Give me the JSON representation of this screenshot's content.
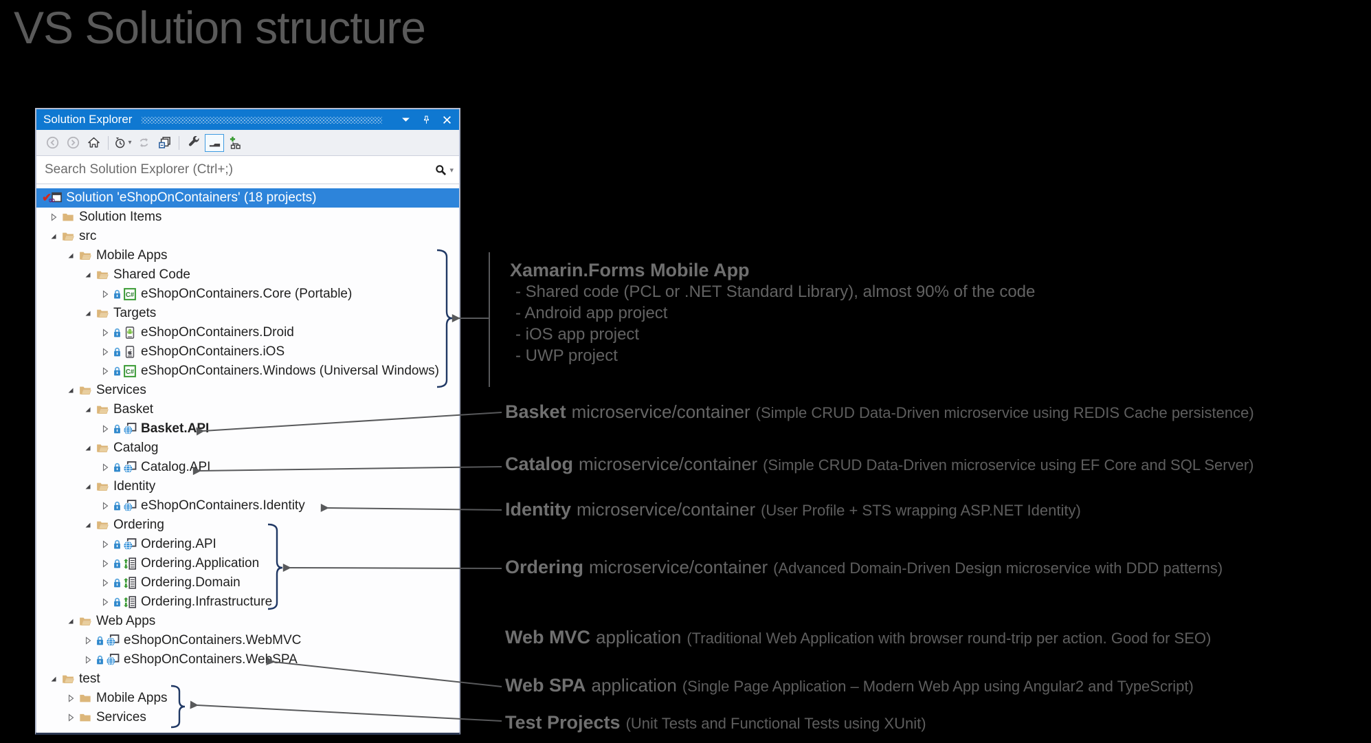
{
  "page": {
    "title": "VS Solution structure"
  },
  "colors": {
    "background": "#000000",
    "page_title_text": "#5a5a5a",
    "panel_titlebar_blue": "#0f78d1",
    "selection_blue": "#2d84da",
    "folder_tan": "#dcb67a",
    "brace_navy": "#203864",
    "arrow_gray": "#58595b",
    "lock_blue": "#2f88cc",
    "globe_blue": "#2287d5",
    "csharp_green": "#3a9b35",
    "vs_purple": "#68217a",
    "check_red": "#cf2b1f"
  },
  "panel": {
    "title": "Solution Explorer",
    "titlebar_buttons": [
      {
        "icon": "chevron-down"
      },
      {
        "icon": "pin"
      },
      {
        "icon": "close"
      }
    ],
    "toolbar": {
      "buttons": [
        {
          "icon": "back",
          "disabled": true
        },
        {
          "icon": "forward",
          "disabled": true
        },
        {
          "icon": "home"
        },
        {
          "separator": true
        },
        {
          "icon": "history",
          "dropdown": true
        },
        {
          "icon": "sync",
          "disabled": true
        },
        {
          "icon": "collapse-all"
        },
        {
          "separator": true
        },
        {
          "icon": "wrench"
        },
        {
          "icon": "preview-selected",
          "active": true
        },
        {
          "icon": "add-item"
        }
      ]
    },
    "search": {
      "placeholder": "Search Solution Explorer (Ctrl+;)"
    },
    "tree": [
      {
        "label": "Solution 'eShopOnContainers' (18 projects)",
        "level": 0,
        "icon": "solution",
        "selected": true,
        "check": true
      },
      {
        "label": "Solution Items",
        "level": 1,
        "expander": "collapsed",
        "icon": "folder-closed"
      },
      {
        "label": "src",
        "level": 1,
        "expander": "expanded",
        "icon": "folder-open"
      },
      {
        "label": "Mobile Apps",
        "level": 2,
        "expander": "expanded",
        "icon": "folder-open"
      },
      {
        "label": "Shared Code",
        "level": 3,
        "expander": "expanded",
        "icon": "folder-open"
      },
      {
        "label": "eShopOnContainers.Core (Portable)",
        "level": 4,
        "expander": "collapsed",
        "lock": true,
        "icon": "csharp"
      },
      {
        "label": "Targets",
        "level": 3,
        "expander": "expanded",
        "icon": "folder-open"
      },
      {
        "label": "eShopOnContainers.Droid",
        "level": 4,
        "expander": "collapsed",
        "lock": true,
        "icon": "android"
      },
      {
        "label": "eShopOnContainers.iOS",
        "level": 4,
        "expander": "collapsed",
        "lock": true,
        "icon": "ios"
      },
      {
        "label": "eShopOnContainers.Windows (Universal Windows)",
        "level": 4,
        "expander": "collapsed",
        "lock": true,
        "icon": "csharp"
      },
      {
        "label": "Services",
        "level": 2,
        "expander": "expanded",
        "icon": "folder-open"
      },
      {
        "label": "Basket",
        "level": 3,
        "expander": "expanded",
        "icon": "folder-open"
      },
      {
        "label": "Basket.API",
        "level": 4,
        "expander": "collapsed",
        "lock": true,
        "icon": "web",
        "bold": true
      },
      {
        "label": "Catalog",
        "level": 3,
        "expander": "expanded",
        "icon": "folder-open"
      },
      {
        "label": "Catalog.API",
        "level": 4,
        "expander": "collapsed",
        "lock": true,
        "icon": "web"
      },
      {
        "label": "Identity",
        "level": 3,
        "expander": "expanded",
        "icon": "folder-open"
      },
      {
        "label": "eShopOnContainers.Identity",
        "level": 4,
        "expander": "collapsed",
        "lock": true,
        "icon": "web"
      },
      {
        "label": "Ordering",
        "level": 3,
        "expander": "expanded",
        "icon": "folder-open"
      },
      {
        "label": "Ordering.API",
        "level": 4,
        "expander": "collapsed",
        "lock": true,
        "icon": "web"
      },
      {
        "label": "Ordering.Application",
        "level": 4,
        "expander": "collapsed",
        "lock": true,
        "icon": "lib"
      },
      {
        "label": "Ordering.Domain",
        "level": 4,
        "expander": "collapsed",
        "lock": true,
        "icon": "lib"
      },
      {
        "label": "Ordering.Infrastructure",
        "level": 4,
        "expander": "collapsed",
        "lock": true,
        "icon": "lib"
      },
      {
        "label": "Web Apps",
        "level": 2,
        "expander": "expanded",
        "icon": "folder-open"
      },
      {
        "label": "eShopOnContainers.WebMVC",
        "level": 3,
        "expander": "collapsed",
        "lock": true,
        "icon": "web"
      },
      {
        "label": "eShopOnContainers.WebSPA",
        "level": 3,
        "expander": "collapsed",
        "lock": true,
        "icon": "web"
      },
      {
        "label": "test",
        "level": 1,
        "expander": "expanded",
        "icon": "folder-open"
      },
      {
        "label": "Mobile Apps",
        "level": 2,
        "expander": "collapsed",
        "icon": "folder-closed"
      },
      {
        "label": "Services",
        "level": 2,
        "expander": "collapsed",
        "icon": "folder-closed"
      }
    ]
  },
  "annotations": {
    "xamarin": {
      "title": "Xamarin.Forms Mobile App",
      "bullets": [
        "- Shared code (PCL or .NET Standard Library), almost 90% of the code",
        "- Android app project",
        "- iOS app project",
        "- UWP project"
      ]
    },
    "callouts": [
      {
        "id": "basket",
        "bold": "Basket",
        "mid": "microservice/container",
        "paren": "(Simple CRUD Data-Driven microservice using REDIS Cache persistence)"
      },
      {
        "id": "catalog",
        "bold": "Catalog",
        "mid": "microservice/container",
        "paren": "(Simple CRUD Data-Driven microservice using EF Core and SQL Server)"
      },
      {
        "id": "identity",
        "bold": "Identity",
        "mid": "microservice/container",
        "paren": "(User Profile + STS wrapping ASP.NET Identity)"
      },
      {
        "id": "ordering",
        "bold": "Ordering",
        "mid": "microservice/container",
        "paren": "(Advanced Domain-Driven Design microservice with DDD patterns)"
      },
      {
        "id": "webmvc",
        "bold": "Web MVC",
        "mid": "application",
        "paren": "(Traditional Web Application with browser round-trip per action. Good for SEO)"
      },
      {
        "id": "webspa",
        "bold": "Web SPA",
        "mid": "application",
        "paren": "(Single Page Application – Modern Web App using Angular2 and TypeScript)"
      },
      {
        "id": "test",
        "bold": "Test Projects",
        "mid": "",
        "paren": "(Unit Tests and Functional Tests using XUnit)"
      }
    ]
  }
}
